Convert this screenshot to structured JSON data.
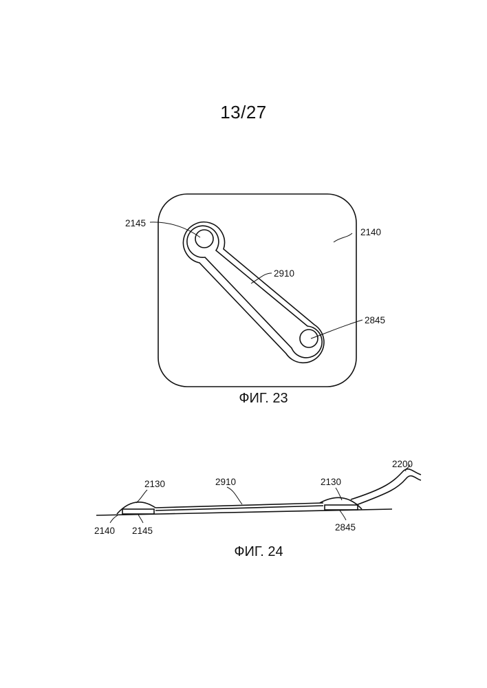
{
  "page_number": "13/27",
  "fig23": {
    "caption": "ФИГ. 23",
    "labels": {
      "pad": "2140",
      "left_port": "2145",
      "bridge": "2910",
      "right_port": "2845"
    }
  },
  "fig24": {
    "caption": "ФИГ. 24",
    "labels": {
      "tube": "2200",
      "left_cover": "2130",
      "bridge": "2910",
      "right_cover": "2130",
      "pad": "2140",
      "left_port": "2145",
      "right_port": "2845"
    }
  }
}
